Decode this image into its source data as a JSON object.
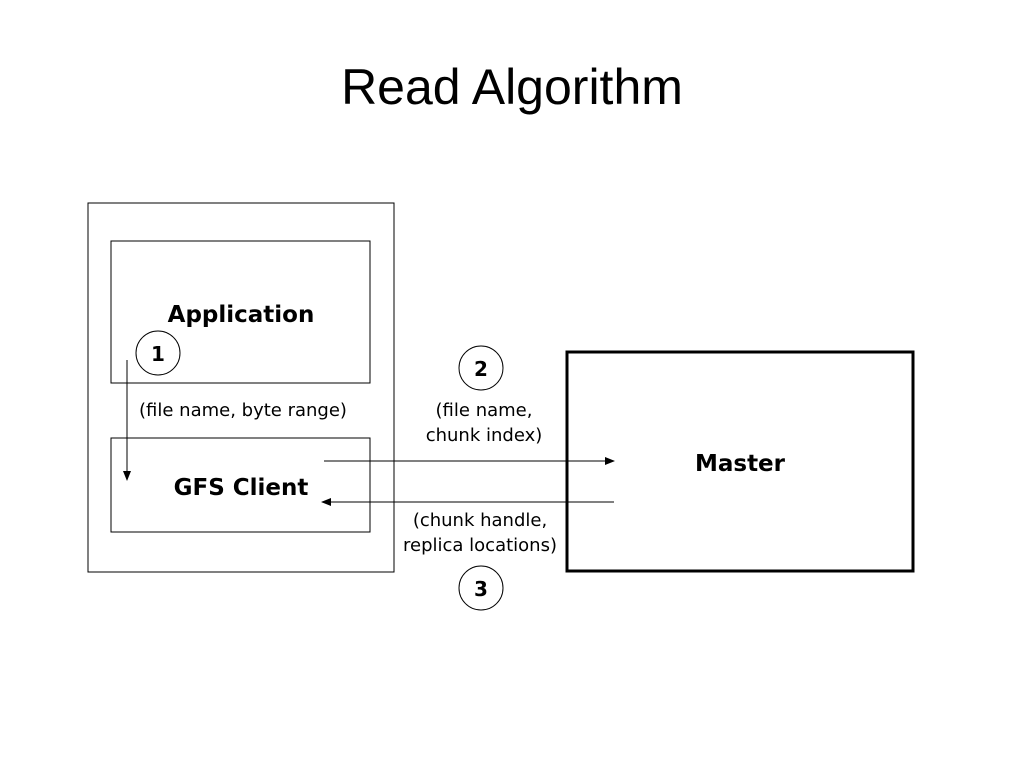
{
  "title": "Read Algorithm",
  "diagram": {
    "nodes": {
      "application": "Application",
      "gfs_client": "GFS Client",
      "master": "Master"
    },
    "steps": [
      {
        "number": "1",
        "label_lines": [
          "(file name, byte range)"
        ]
      },
      {
        "number": "2",
        "label_lines": [
          "(file name,",
          "chunk index)"
        ]
      },
      {
        "number": "3",
        "label_lines": [
          "(chunk handle,",
          "replica locations)"
        ]
      }
    ]
  }
}
